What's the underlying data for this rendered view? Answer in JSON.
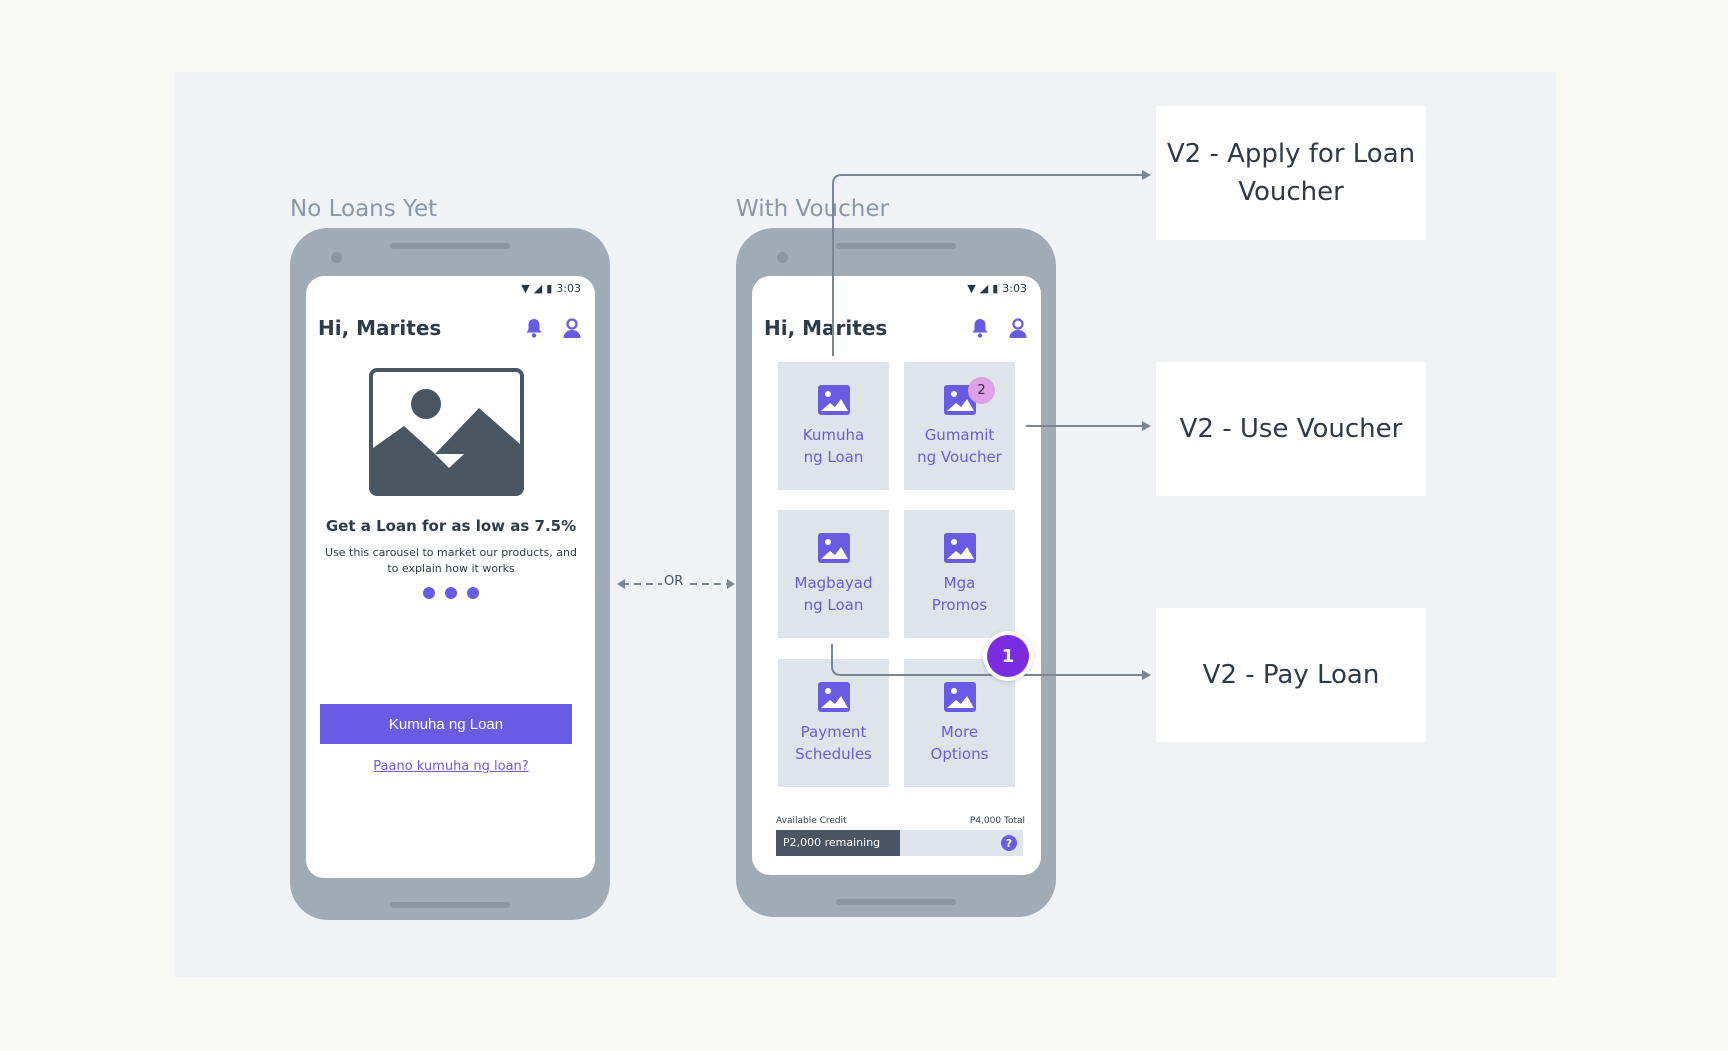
{
  "sections": {
    "left": "No Loans Yet",
    "right": "With Voucher"
  },
  "status": {
    "time": "3:03"
  },
  "left_phone": {
    "greeting": "Hi, Marites",
    "headline": "Get a Loan for as low as 7.5%",
    "body": "Use this carousel to market our products, and to explain how it works",
    "primary_button": "Kumuha ng Loan",
    "link": "Paano kumuha ng loan?"
  },
  "or_label": "OR",
  "right_phone": {
    "greeting": "Hi, Marites",
    "tiles": [
      {
        "label": "Kumuha\nng Loan"
      },
      {
        "label": "Gumamit\nng Voucher",
        "badge": "2"
      },
      {
        "label": "Magbayad\nng Loan"
      },
      {
        "label": "Mga\nPromos"
      },
      {
        "label": "Payment\nSchedules"
      },
      {
        "label": "More\nOptions"
      }
    ],
    "credit": {
      "label": "Available Credit",
      "total": "P4,000 Total",
      "remaining": "P2,000 remaining",
      "remaining_fraction": 0.5,
      "help": "?"
    }
  },
  "marker": "1",
  "v2_cards": [
    {
      "label": "V2 - Apply for Loan\nVoucher"
    },
    {
      "label": "V2 - Use Voucher"
    },
    {
      "label": "V2 - Pay Loan"
    }
  ],
  "colors": {
    "accent": "#6a5be4",
    "marker": "#7b2be0",
    "badge": "#dea0e6",
    "bar_dark": "#4a5563"
  }
}
